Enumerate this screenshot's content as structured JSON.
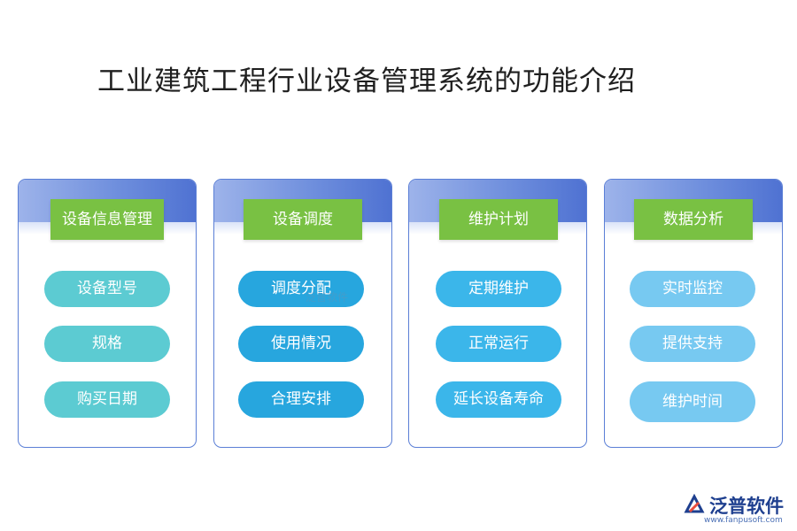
{
  "title": "工业建筑工程行业设备管理系统的功能介绍",
  "columns": [
    {
      "label": "设备信息管理",
      "items": [
        "设备型号",
        "规格",
        "购买日期"
      ],
      "pill_color": "#5ccbd2"
    },
    {
      "label": "设备调度",
      "items": [
        "调度分配",
        "使用情况",
        "合理安排"
      ],
      "pill_color": "#27a6de"
    },
    {
      "label": "维护计划",
      "items": [
        "定期维护",
        "正常运行",
        "延长设备寿命"
      ],
      "pill_color": "#3bb6ea"
    },
    {
      "label": "数据分析",
      "items": [
        "实时监控",
        "提供支持",
        "维护时间"
      ],
      "pill_color": "#77c9f1"
    }
  ],
  "colors": {
    "header_label": "#79c143",
    "card_border": "#5b7fd6"
  },
  "watermark": "泛普软件",
  "logo": {
    "name": "泛普软件",
    "url": "www.fanpusoft.com"
  }
}
